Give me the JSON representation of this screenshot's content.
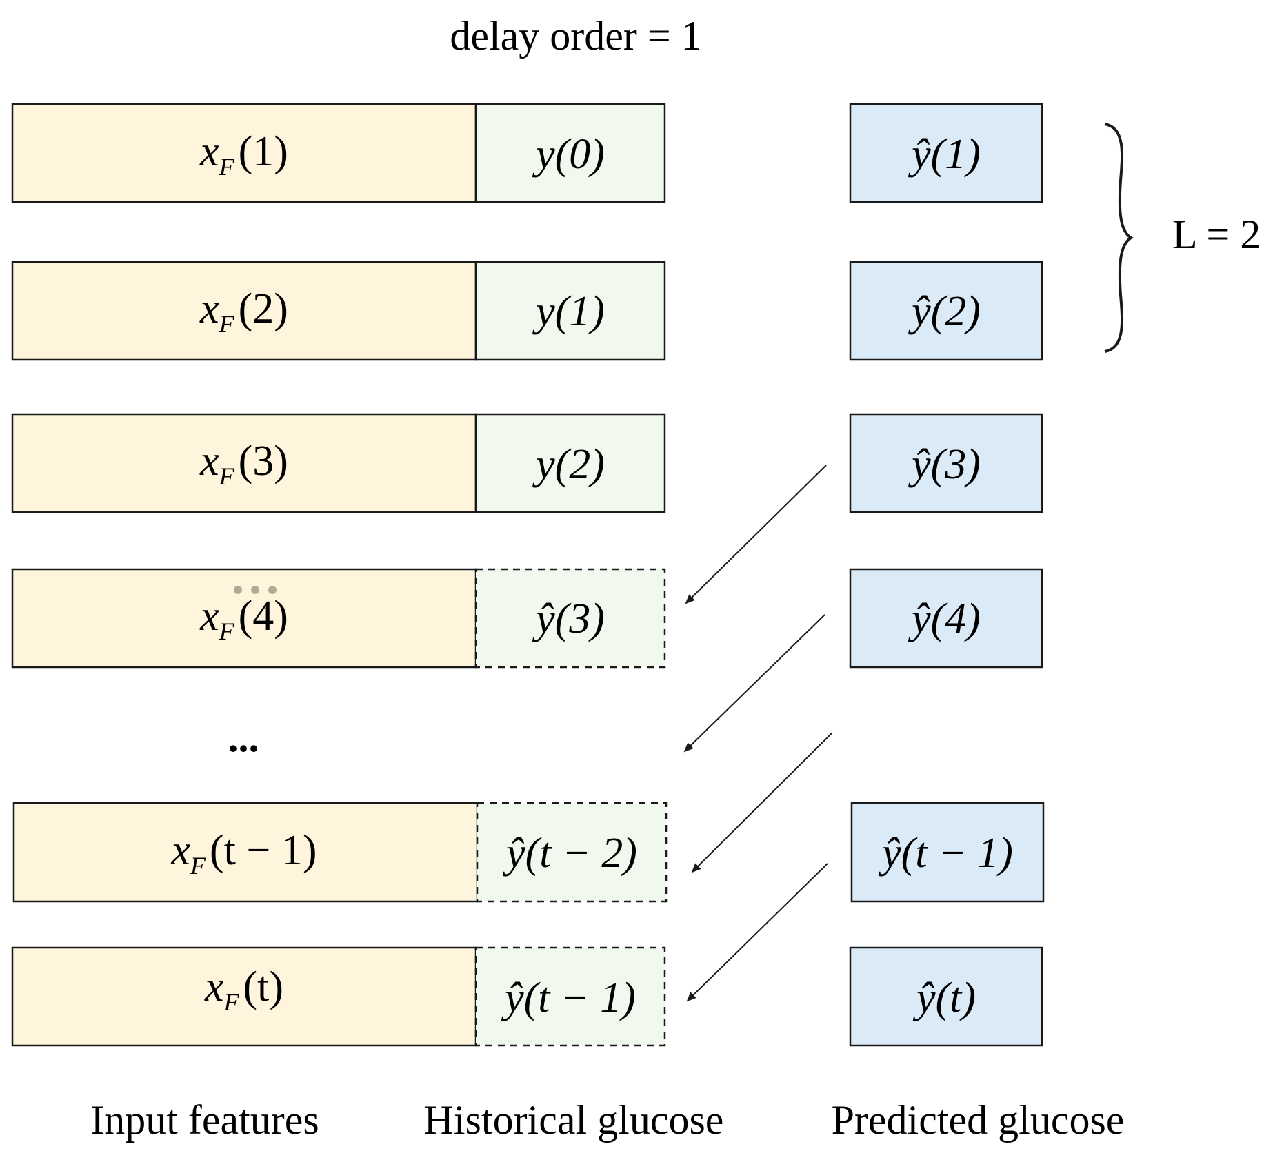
{
  "title": "delay order = 1",
  "bracket_label": "L = 2",
  "column_labels": {
    "input": "Input features",
    "history": "Historical glucose",
    "predicted": "Predicted glucose"
  },
  "ellipsis": "...",
  "rows": [
    {
      "input": {
        "base": "x",
        "sub": "F",
        "arg": "(1)"
      },
      "history": {
        "text": "y(0)",
        "hat": false,
        "dashed": false
      },
      "predicted": "ŷ(1)"
    },
    {
      "input": {
        "base": "x",
        "sub": "F",
        "arg": "(2)"
      },
      "history": {
        "text": "y(1)",
        "hat": false,
        "dashed": false
      },
      "predicted": "ŷ(2)"
    },
    {
      "input": {
        "base": "x",
        "sub": "F",
        "arg": "(3)"
      },
      "history": {
        "text": "y(2)",
        "hat": false,
        "dashed": false
      },
      "predicted": "ŷ(3)"
    },
    {
      "input": {
        "base": "x",
        "sub": "F",
        "arg": "(4)"
      },
      "history": {
        "text": "ŷ(3)",
        "hat": true,
        "dashed": true
      },
      "predicted": "ŷ(4)"
    },
    {
      "input": {
        "base": "x",
        "sub": "F",
        "arg": "(t − 1)"
      },
      "history": {
        "text": "ŷ(t − 2)",
        "hat": true,
        "dashed": true
      },
      "predicted": "ŷ(t − 1)"
    },
    {
      "input": {
        "base": "x",
        "sub": "F",
        "arg": "(t)"
      },
      "history": {
        "text": "ŷ(t − 1)",
        "hat": true,
        "dashed": true
      },
      "predicted": "ŷ(t)"
    }
  ],
  "colors": {
    "input_fill": "#fff4dc",
    "history_fill": "#f1f8ee",
    "predicted_fill": "#dbeaf7",
    "stroke": "#1a1a1a",
    "faint_dots": "#b5ab94"
  }
}
